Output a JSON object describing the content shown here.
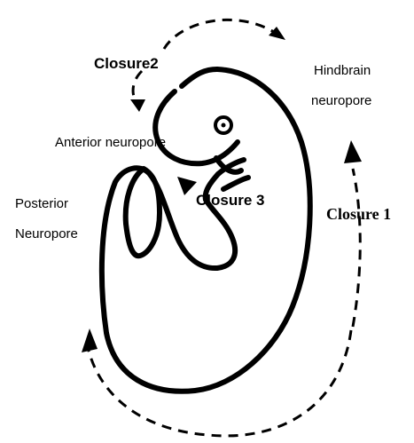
{
  "labels": {
    "closure2": "Closure2",
    "hindbrain_line1": "Hindbrain",
    "hindbrain_line2": "neuropore",
    "anterior": "Anterior neuropore",
    "closure3": "Closure 3",
    "closure1": "Closure 1",
    "posterior_line1": "Posterior",
    "posterior_line2": "Neuropore"
  },
  "colors": {
    "ink": "#000000",
    "background": "#ffffff"
  }
}
